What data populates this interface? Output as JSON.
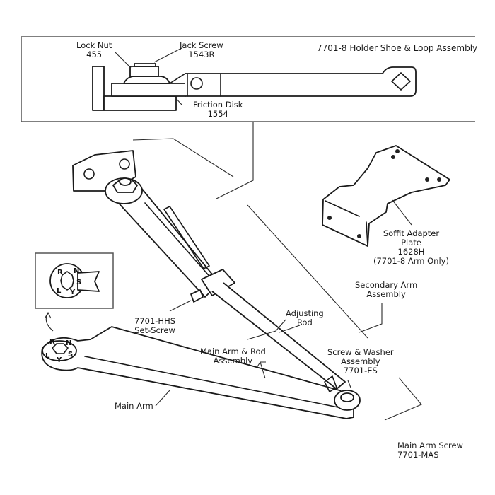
{
  "diagram": {
    "title": "7701-8 Holder Shoe & Loop Assembly",
    "labels": {
      "lock_nut": [
        "Lock Nut",
        "455"
      ],
      "jack_screw": [
        "Jack Screw",
        "1543R"
      ],
      "friction_disk": [
        "Friction Disk",
        "1554"
      ],
      "soffit_adapter": [
        "Soffit Adapter",
        "Plate",
        "1628H",
        "(7701-8 Arm Only)"
      ],
      "secondary_arm": [
        "Secondary Arm",
        "Assembly"
      ],
      "adjusting_rod": [
        "Adjusting",
        "Rod"
      ],
      "set_screw": [
        "7701-HHS",
        "Set-Screw"
      ],
      "main_arm_rod": [
        "Main Arm & Rod",
        "Assembly"
      ],
      "screw_washer": [
        "Screw & Washer",
        "Assembly",
        "7701-ES"
      ],
      "main_arm": [
        "Main Arm"
      ],
      "main_arm_screw": [
        "Main Arm Screw",
        "7701-MAS"
      ]
    },
    "spline_letters": [
      "R",
      "N",
      "S",
      "Y",
      "L"
    ]
  }
}
